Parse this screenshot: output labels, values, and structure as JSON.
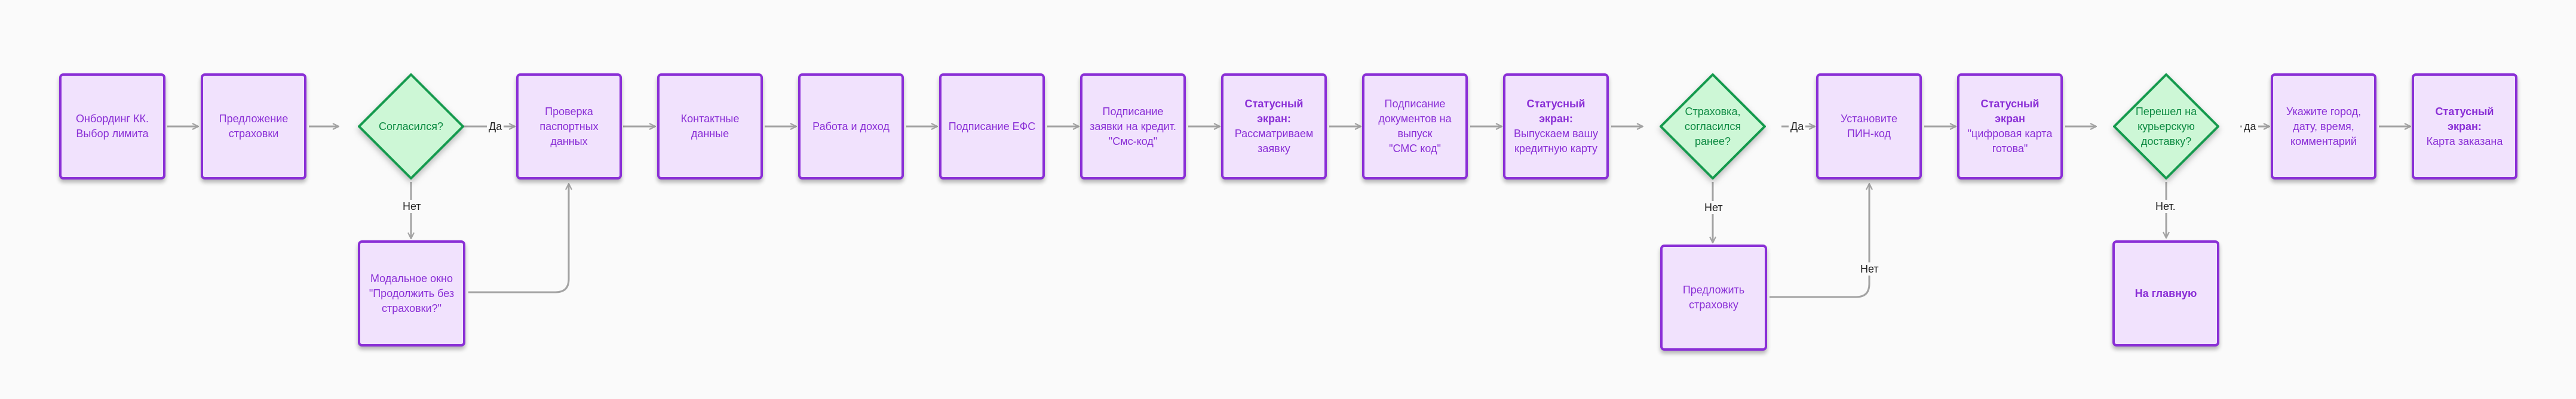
{
  "diagram": {
    "colors": {
      "process_fill": "#f1e2fd",
      "process_stroke": "#8a2fd6",
      "decision_fill": "#cdf7d6",
      "decision_stroke": "#149a4d",
      "arrow": "#a3a3a3",
      "background": "#fafafa"
    },
    "nodes": {
      "onboarding": "Онбординг КК.\nВыбор лимита",
      "insurance_offer": "Предложение\nстраховки",
      "agreed": "Согласился?",
      "passport_check": "Проверка\nпаспортных\nданных",
      "contacts": "Контактные\nданные",
      "work_income": "Работа и доход",
      "efs_sign": "Подписание ЕФС",
      "sms_sign": "Подписание\nзаявки на кредит.\n\"Смс-код\"",
      "status_reviewing": {
        "title": "Статусный экран:",
        "text": "Рассматриваем\nзаявку"
      },
      "docs_sign": "Подписание\nдокументов на\nвыпуск\n\"СМС код\"",
      "status_issuing": {
        "title": "Статусный экран:",
        "text": "Выпускаем вашу\nкредитную карту"
      },
      "insurance_agreed": "Страховка,\nсогласился\nранее?",
      "set_pin": "Установите\nПИН-код",
      "status_digital": {
        "title": "Статусный экран",
        "text": "\"цифровая карта\nготова\""
      },
      "courier": "Перешел на\nкурьерскую\nдоставку?",
      "address": "Укажите город,\nдату, время,\nкомментарий",
      "status_ordered": {
        "title": "Статусный экран:",
        "text": "Карта заказана"
      },
      "modal_no_insurance": "Модальное окно\n\"Продолжить без\nстраховки?\"",
      "offer_insurance": "Предложить\nстраховку",
      "to_main": "На главную"
    },
    "edge_labels": {
      "agreed_yes": "Да",
      "agreed_no": "Нет",
      "insurance_yes": "Да",
      "insurance_no": "Нет",
      "offer_no": "Нет",
      "courier_yes": "да",
      "courier_no": "Нет."
    }
  }
}
